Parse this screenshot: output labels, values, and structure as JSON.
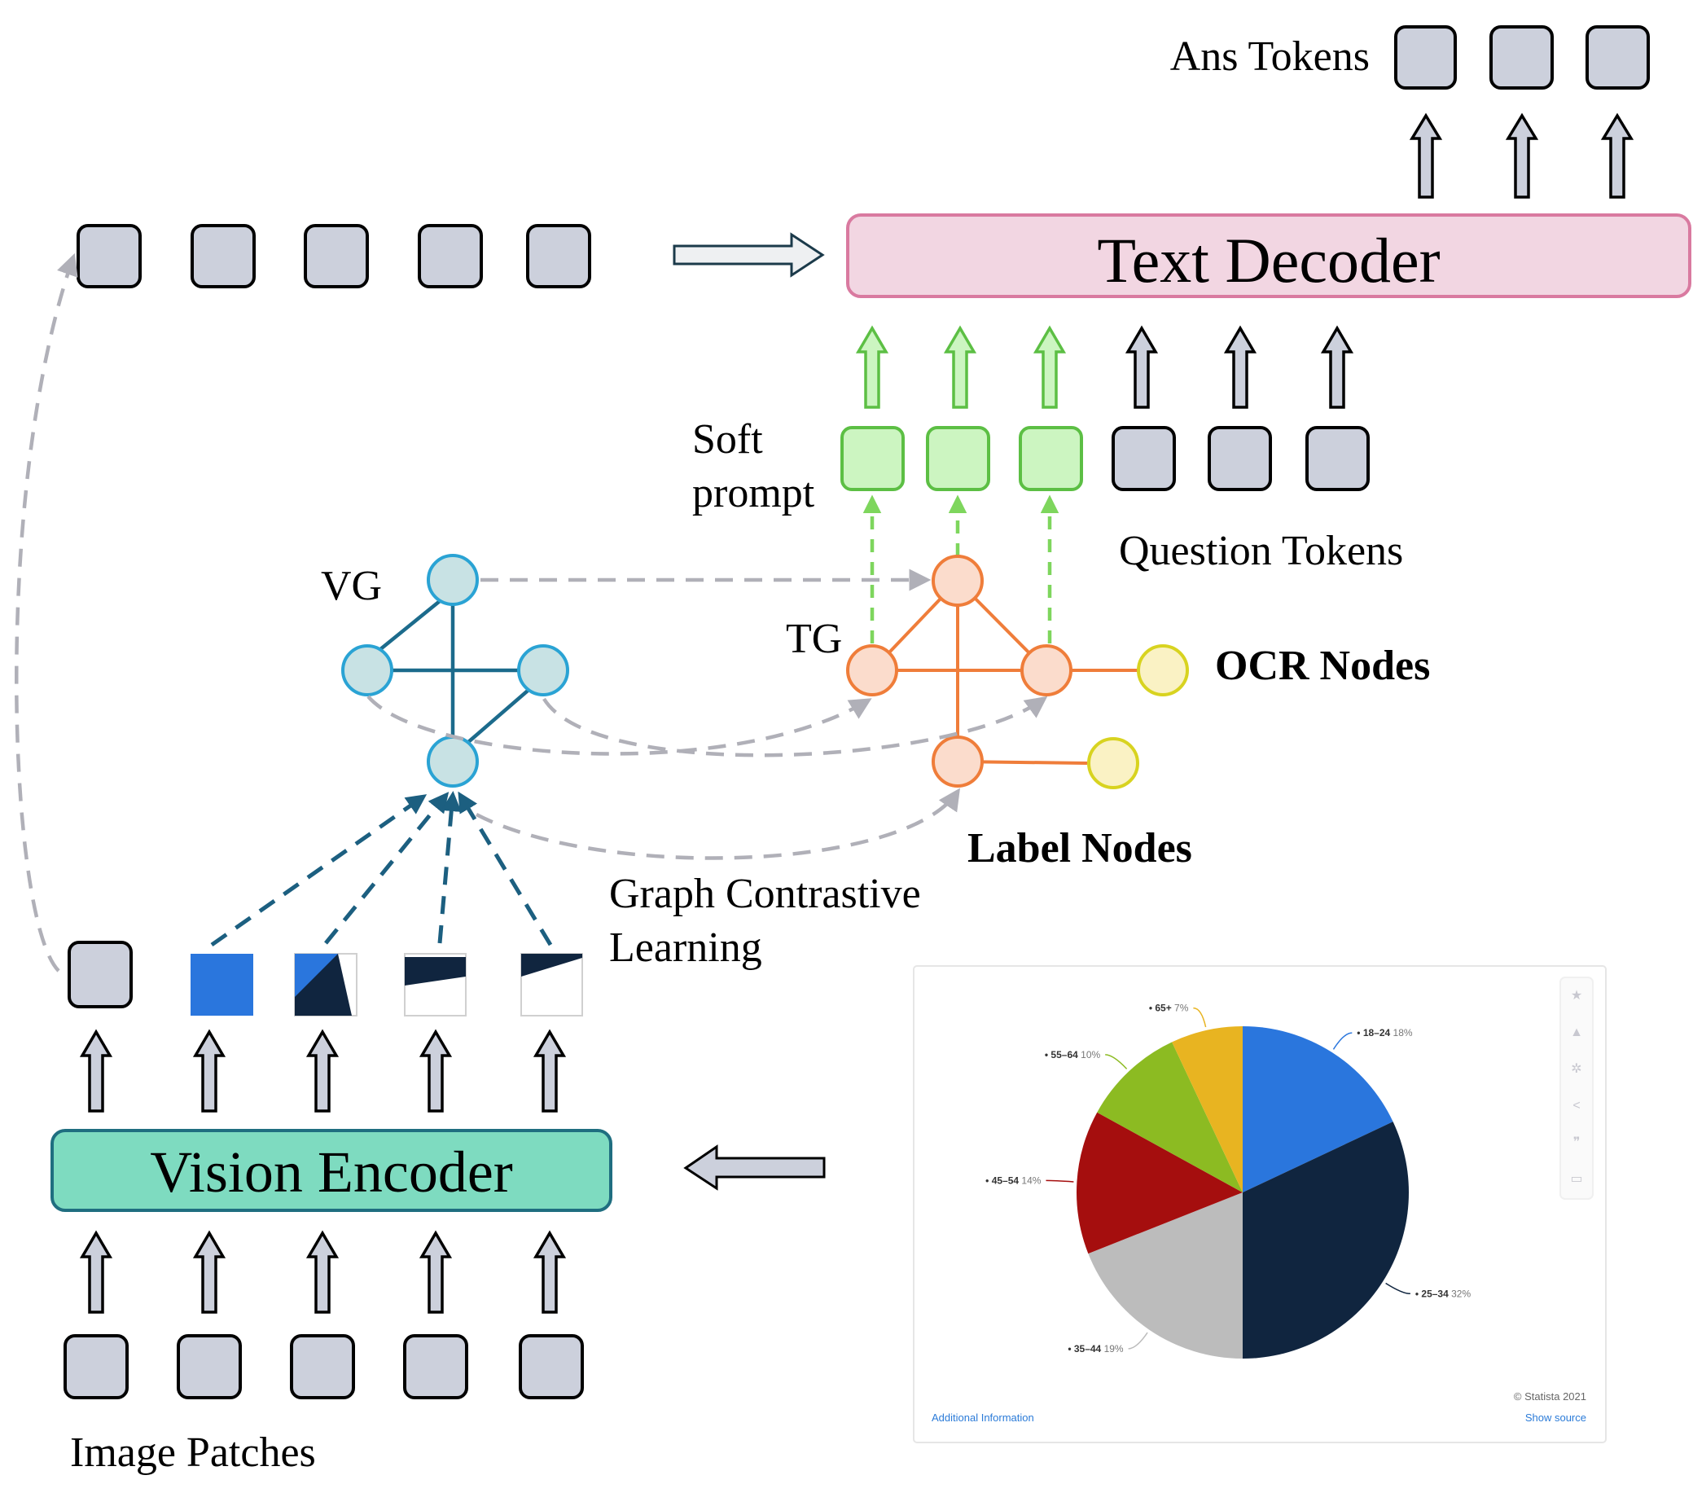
{
  "labels": {
    "ans_tokens": "Ans Tokens",
    "text_decoder": "Text Decoder",
    "soft_prompt_line1": "Soft",
    "soft_prompt_line2": "prompt",
    "question_tokens": "Question Tokens",
    "vg": "VG",
    "tg": "TG",
    "ocr_nodes": "OCR Nodes",
    "label_nodes": "Label Nodes",
    "graph_contrastive_line1": "Graph Contrastive",
    "graph_contrastive_line2": "Learning",
    "vision_encoder": "Vision Encoder",
    "image_patches": "Image Patches"
  },
  "colors": {
    "text_decoder_fill": "#f2d6e2",
    "text_decoder_stroke": "#d97aa0",
    "vision_encoder_fill": "#7edbc0",
    "vision_encoder_stroke": "#1f6e80",
    "token_fill": "#ccd0dc",
    "soft_prompt_fill": "#ccf5c1",
    "vg_node": "#c8e2e4",
    "tg_node": "#fbdccc",
    "ocr_node": "#faf2c4"
  },
  "pie_screenshot": {
    "footer_left": "Additional Information",
    "footer_right_1": "© Statista 2021",
    "footer_right_2": "Show source",
    "side_icons": [
      "star-icon",
      "bell-icon",
      "gear-icon",
      "share-icon",
      "quote-icon",
      "print-icon"
    ],
    "chart_data": {
      "type": "pie",
      "title": "",
      "slices": [
        {
          "label": "18–24",
          "value": 18,
          "pct": "18%",
          "color": "#2a76dd"
        },
        {
          "label": "25–34",
          "value": 32,
          "pct": "32%",
          "color": "#10253f"
        },
        {
          "label": "35–44",
          "value": 19,
          "pct": "19%",
          "color": "#bcbcbc"
        },
        {
          "label": "45–54",
          "value": 14,
          "pct": "14%",
          "color": "#a50e0e"
        },
        {
          "label": "55–64",
          "value": 10,
          "pct": "10%",
          "color": "#8cbb22"
        },
        {
          "label": "65+",
          "value": 7,
          "pct": "7%",
          "color": "#e8b421"
        }
      ]
    }
  }
}
